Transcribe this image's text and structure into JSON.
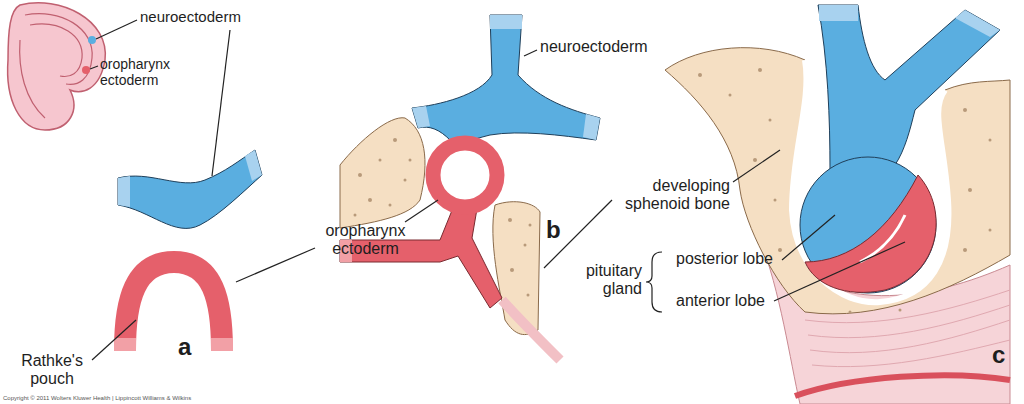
{
  "diagram": {
    "labels": [
      "neuroectoderm",
      "oropharynx ectoderm",
      "neuroectoderm",
      "oropharynx ectoderm",
      "developing sphenoid bone",
      "b",
      "Rathke's pouch",
      "a",
      "pituitary gland",
      "posterior lobe",
      "anterior lobe",
      "c",
      "Copyright © 2011 Wolters Kluwer Health | Lippincott Williams & Wilkins"
    ]
  }
}
